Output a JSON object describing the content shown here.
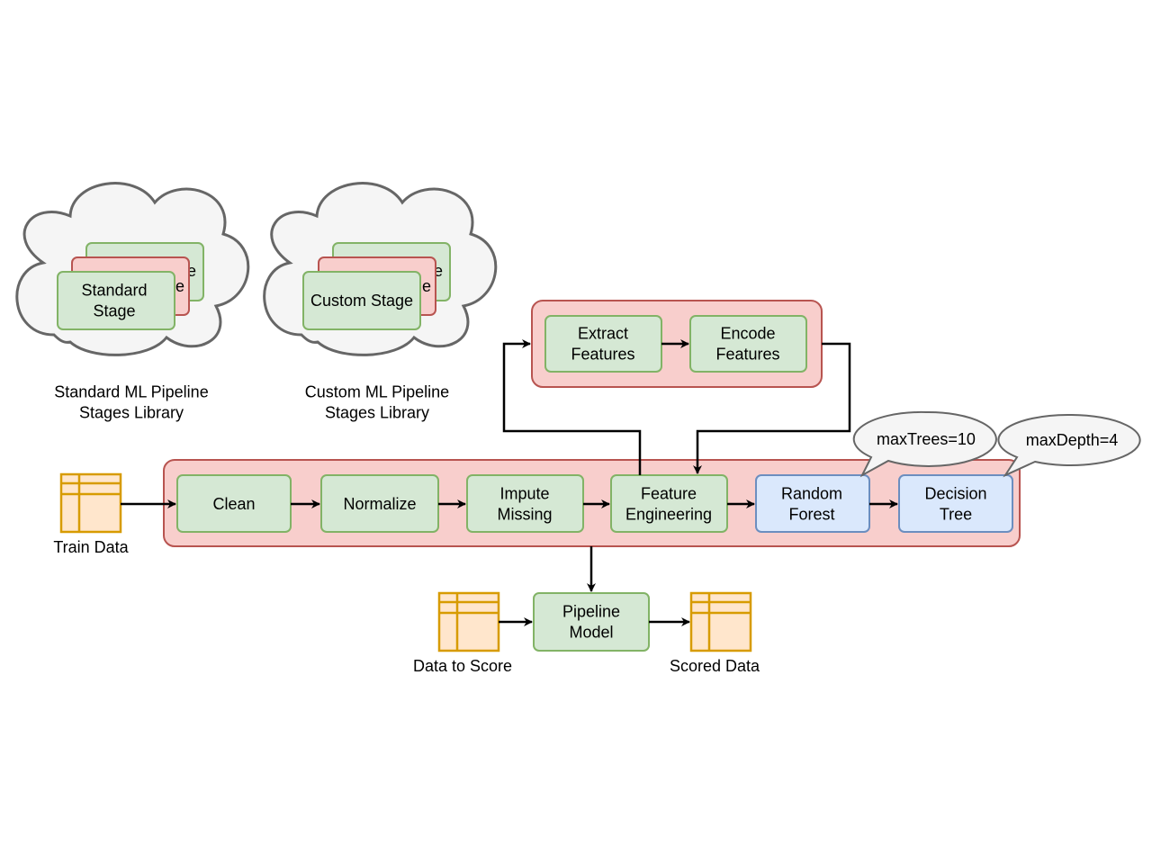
{
  "colors": {
    "green_fill": "#d5e8d4",
    "green_stroke": "#82b366",
    "red_fill": "#f8cecc",
    "red_stroke": "#b85450",
    "blue_fill": "#dae8fc",
    "blue_stroke": "#6c8ebf",
    "orange_fill": "#ffe6cc",
    "orange_stroke": "#d79b00",
    "cloud_fill": "#f5f5f5",
    "cloud_stroke": "#666666",
    "edge": "#000000"
  },
  "libraries": {
    "standard": {
      "stage_label": [
        "Standard",
        "Stage"
      ],
      "back_card_glyph": "e",
      "caption": [
        "Standard ML Pipeline",
        "Stages Library"
      ]
    },
    "custom": {
      "stage_label": [
        "Custom Stage"
      ],
      "back_card_glyph": "e",
      "caption": [
        "Custom ML Pipeline",
        "Stages Library"
      ]
    }
  },
  "feature_subpipeline": {
    "stages": [
      {
        "id": "extract",
        "label": [
          "Extract",
          "Features"
        ]
      },
      {
        "id": "encode",
        "label": [
          "Encode",
          "Features"
        ]
      }
    ]
  },
  "main_pipeline": {
    "stages": [
      {
        "id": "clean",
        "label": [
          "Clean"
        ],
        "kind": "transformer"
      },
      {
        "id": "normalize",
        "label": [
          "Normalize"
        ],
        "kind": "transformer"
      },
      {
        "id": "impute",
        "label": [
          "Impute",
          "Missing"
        ],
        "kind": "transformer"
      },
      {
        "id": "feature",
        "label": [
          "Feature",
          "Engineering"
        ],
        "kind": "transformer"
      },
      {
        "id": "forest",
        "label": [
          "Random",
          "Forest"
        ],
        "kind": "estimator"
      },
      {
        "id": "tree",
        "label": [
          "Decision",
          "Tree"
        ],
        "kind": "estimator"
      }
    ],
    "callouts": [
      {
        "target": "forest",
        "text": "maxTrees=10"
      },
      {
        "target": "tree",
        "text": "maxDepth=4"
      }
    ]
  },
  "data_sources": {
    "train": "Train Data",
    "to_score": "Data to Score",
    "scored": "Scored Data"
  },
  "pipeline_model": {
    "label": [
      "Pipeline",
      "Model"
    ]
  }
}
